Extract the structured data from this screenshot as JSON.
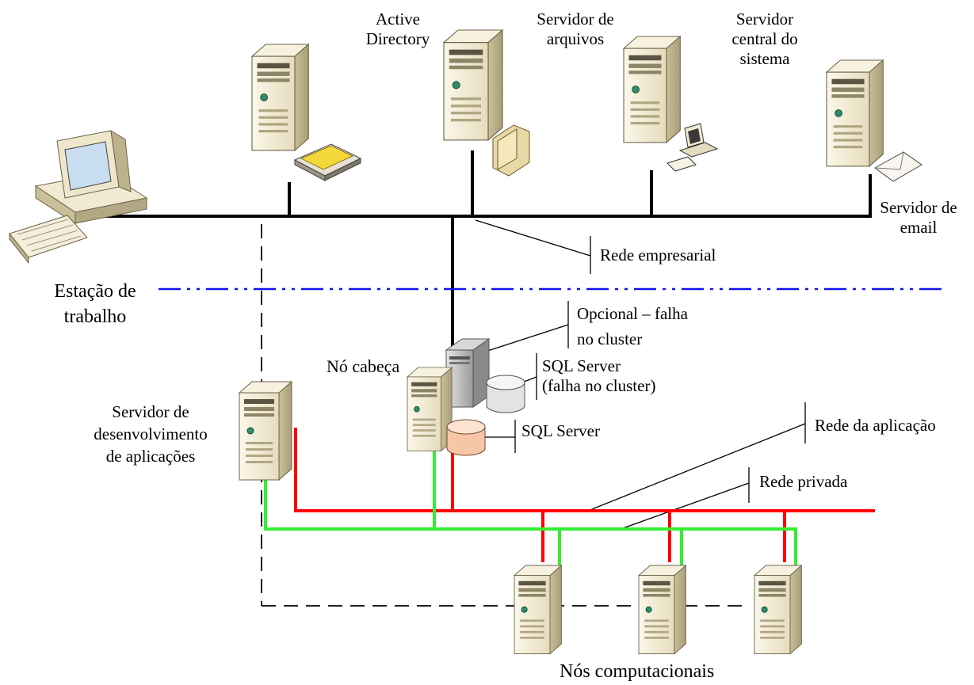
{
  "labels": {
    "active_directory": "Active\nDirectory",
    "file_server": "Servidor de\narquivos",
    "central_server": "Servidor\ncentral do\nsistema",
    "email_server": "Servidor de\nemail",
    "workstation": "Estação de\ntrabalho",
    "enterprise_network": "Rede empresarial",
    "optional_failover": "Opcional – falha\nno cluster",
    "head_node": "Nó cabeça",
    "sql_failover": "SQL Server\n(falha no cluster)",
    "sql_server": "SQL Server",
    "dev_server": "Servidor de\ndesenvolvimento\nde aplicações",
    "application_network": "Rede da aplicação",
    "private_network": "Rede privada",
    "compute_nodes": "Nós computacionais"
  },
  "colors": {
    "enterprise_line": "#000000",
    "application_line": "#ff0000",
    "private_line": "#33ee33",
    "boundary_line": "#1010ee",
    "server_body": "#f1ead2",
    "server_side": "#b8ad86"
  },
  "icons": {
    "workstation": "desktop-computer-icon",
    "servers": "tower-server-icon",
    "database": "database-cylinder-icon",
    "folder": "folder-icon",
    "envelope": "envelope-icon",
    "directory": "directory-tray-icon",
    "monitor": "small-computer-icon"
  }
}
